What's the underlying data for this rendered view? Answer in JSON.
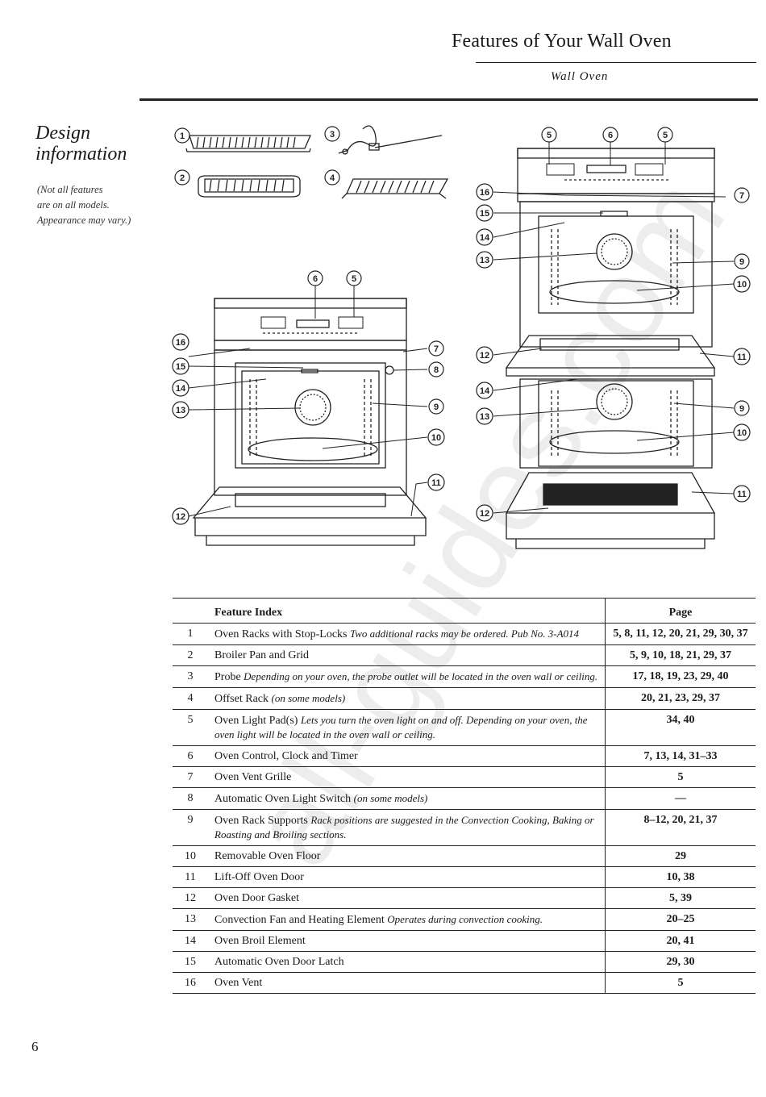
{
  "header": {
    "title": "Features of Your Wall Oven",
    "subtitle": "Wall Oven"
  },
  "sidebar": {
    "title_line1": "Design",
    "title_line2": "information",
    "note_line1": "(Not all features",
    "note_line2": "are on all models.",
    "note_line3": "Appearance may vary.)"
  },
  "watermark": "all-guides.com",
  "table": {
    "header_feature": "Feature Index",
    "header_page": "Page",
    "rows": [
      {
        "num": "1",
        "name": "Oven Racks with Stop-Locks",
        "note": "Two additional racks may be ordered. Pub No. 3-A014",
        "pages": "5, 8, 11, 12, 20, 21, 29, 30, 37"
      },
      {
        "num": "2",
        "name": "Broiler Pan and Grid",
        "note": "",
        "pages": "5, 9, 10, 18, 21, 29, 37"
      },
      {
        "num": "3",
        "name": "Probe",
        "note": "Depending on your oven, the probe outlet will be located in the oven wall or ceiling.",
        "pages": "17, 18, 19, 23, 29, 40"
      },
      {
        "num": "4",
        "name": "Offset Rack",
        "note": "(on some models)",
        "pages": "20, 21, 23, 29, 37"
      },
      {
        "num": "5",
        "name": "Oven Light Pad(s)",
        "note": "Lets you turn the oven light on and off. Depending on your oven, the oven light will be located in the oven wall or ceiling.",
        "pages": "34, 40"
      },
      {
        "num": "6",
        "name": "Oven Control, Clock and Timer",
        "note": "",
        "pages": "7, 13, 14, 31–33"
      },
      {
        "num": "7",
        "name": "Oven Vent Grille",
        "note": "",
        "pages": "5"
      },
      {
        "num": "8",
        "name": "Automatic Oven Light Switch",
        "note": "(on some models)",
        "pages": "—"
      },
      {
        "num": "9",
        "name": "Oven Rack Supports",
        "note": "Rack positions are suggested in the Convection Cooking, Baking or Roasting and Broiling sections.",
        "pages": "8–12, 20, 21, 37"
      },
      {
        "num": "10",
        "name": "Removable Oven Floor",
        "note": "",
        "pages": "29"
      },
      {
        "num": "11",
        "name": "Lift-Off Oven Door",
        "note": "",
        "pages": "10, 38"
      },
      {
        "num": "12",
        "name": "Oven Door Gasket",
        "note": "",
        "pages": "5, 39"
      },
      {
        "num": "13",
        "name": "Convection Fan and Heating Element",
        "note": "Operates during convection cooking.",
        "pages": "20–25"
      },
      {
        "num": "14",
        "name": "Oven Broil Element",
        "note": "",
        "pages": "20, 41"
      },
      {
        "num": "15",
        "name": "Automatic Oven Door Latch",
        "note": "",
        "pages": "29, 30"
      },
      {
        "num": "16",
        "name": "Oven Vent",
        "note": "",
        "pages": "5"
      }
    ]
  },
  "callouts": {
    "c1": "1",
    "c2": "2",
    "c3": "3",
    "c4": "4",
    "c5": "5",
    "c6": "6",
    "c7": "7",
    "c8": "8",
    "c9": "9",
    "c10": "10",
    "c11": "11",
    "c12": "12",
    "c13": "13",
    "c14": "14",
    "c15": "15",
    "c16": "16"
  },
  "page_number": "6"
}
